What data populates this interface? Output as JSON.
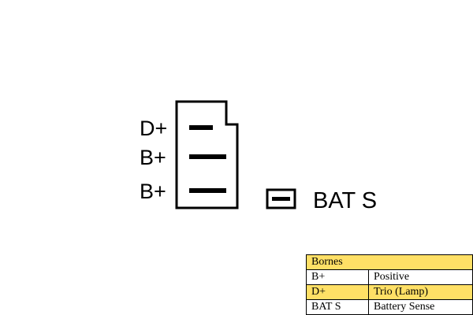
{
  "connector": {
    "pins": [
      {
        "label": "D+"
      },
      {
        "label": "B+"
      },
      {
        "label": "B+"
      }
    ]
  },
  "bat_sense": {
    "label": "BAT S"
  },
  "legend": {
    "header": "Bornes",
    "highlight_color": "#ffe066",
    "rows": [
      {
        "terminal": "B+",
        "function": "Positive",
        "highlight": false
      },
      {
        "terminal": "D+",
        "function": "Trio (Lamp)",
        "highlight": true
      },
      {
        "terminal": "BAT S",
        "function": "Battery Sense",
        "highlight": false
      }
    ]
  }
}
